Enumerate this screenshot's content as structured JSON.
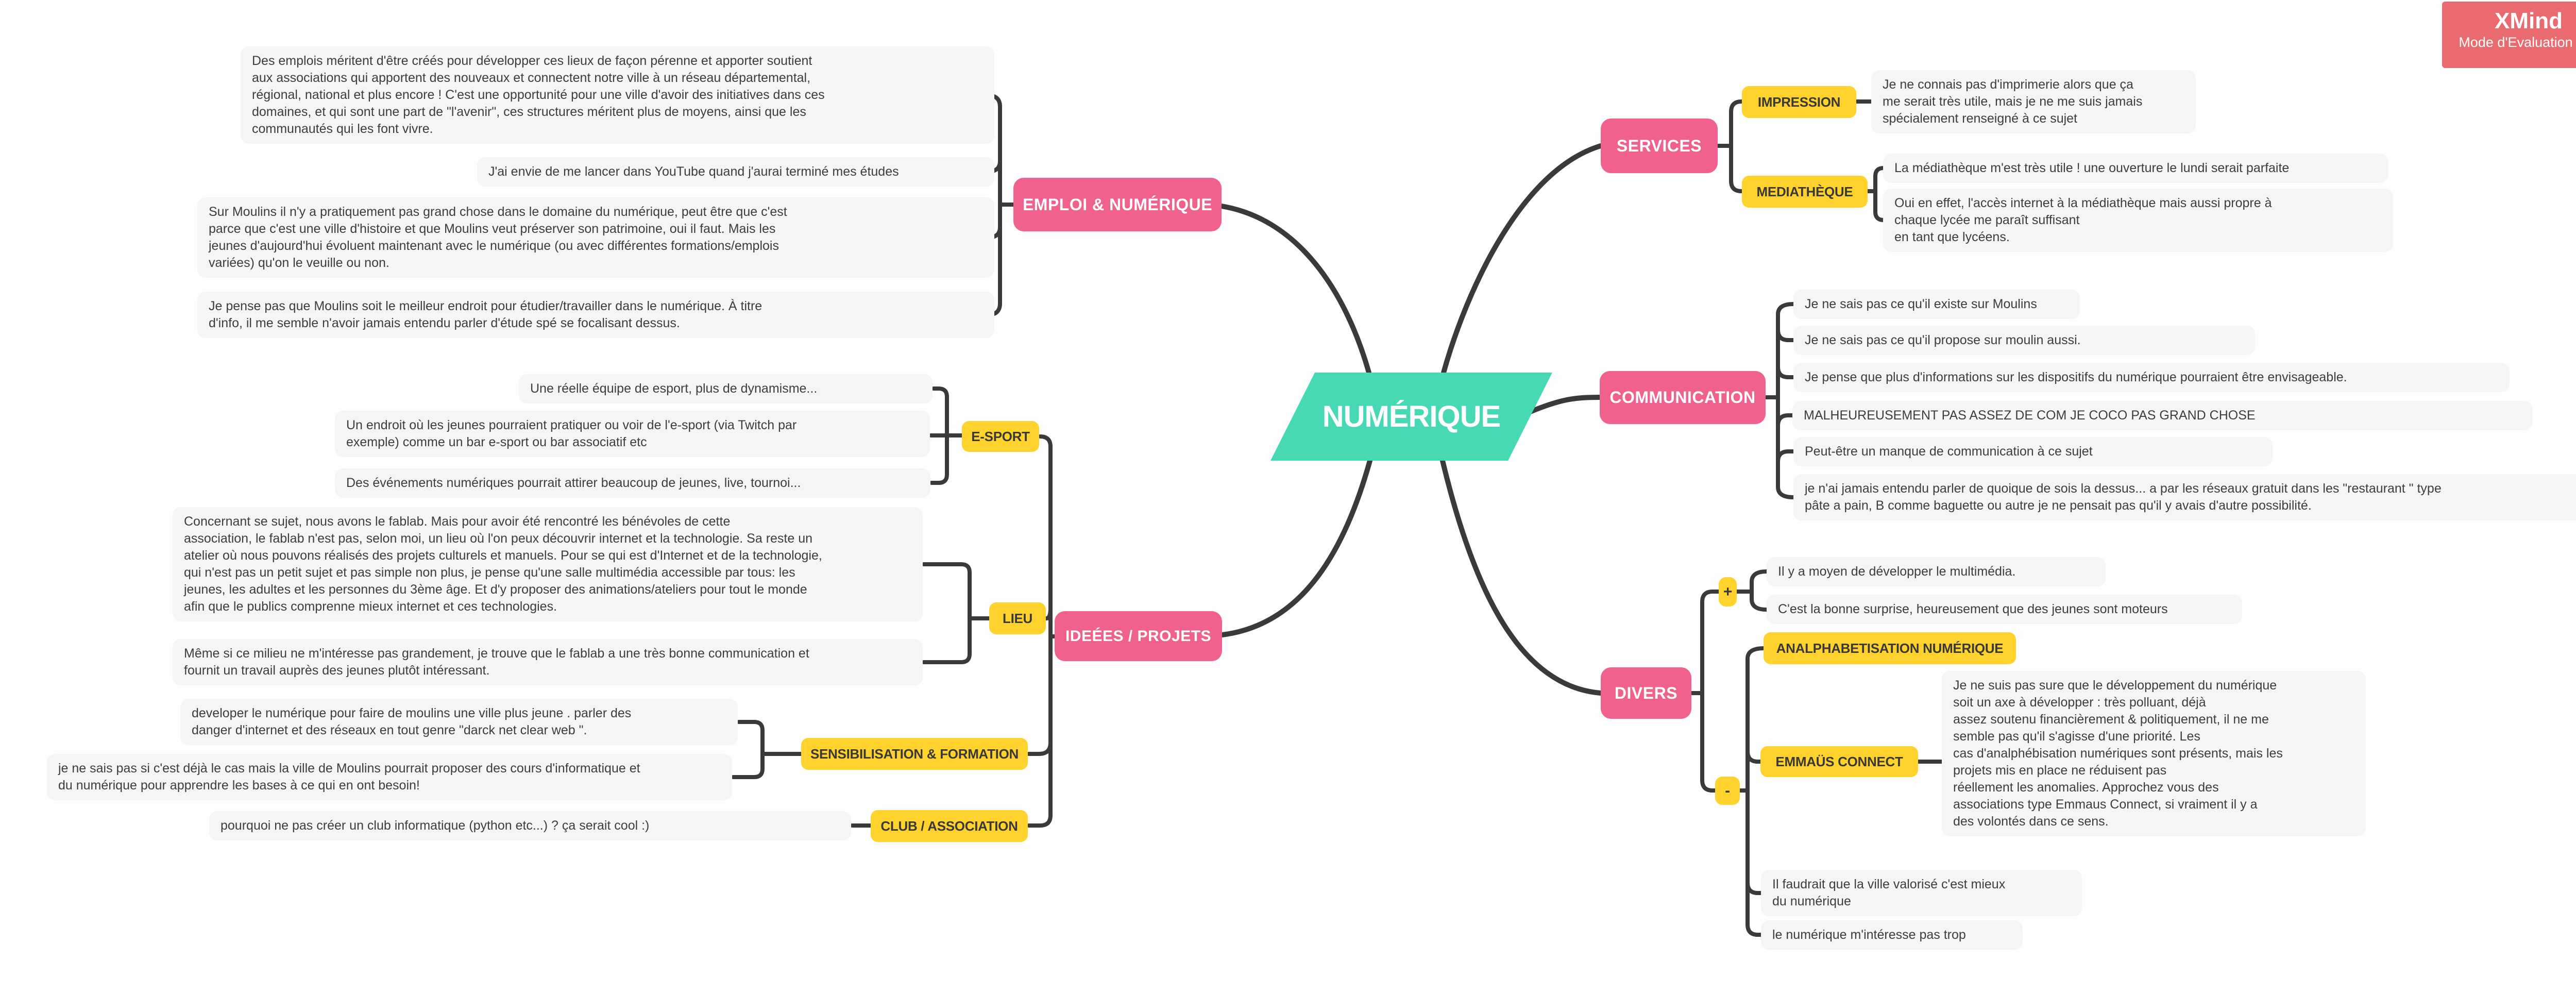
{
  "badge": {
    "brand": "XMind",
    "mode": "Mode d'Evaluation"
  },
  "palette": {
    "root_teal": "#46d9b3",
    "topic_pink": "#f0618e",
    "subtopic_yellow": "#ffd22e",
    "note_gray": "#f5f5f5",
    "connector": "#3a3a3c",
    "badge_red": "#ea6b6f"
  },
  "root": {
    "label": "NUMÉRIQUE"
  },
  "branches": [
    {
      "label": "EMPLOI & NUMÉRIQUE",
      "notes": [
        "Des emplois méritent d'être créés pour développer ces lieux de façon pérenne et apporter soutient\naux associations qui apportent des nouveaux et connectent notre ville à un réseau départemental,\nrégional, national et plus encore ! C'est une opportunité pour une ville d'avoir des initiatives dans ces\ndomaines, et qui sont une part de \"l'avenir\", ces structures méritent plus de moyens, ainsi que les\ncommunautés qui les font vivre.",
        "J'ai envie de me lancer dans YouTube quand j'aurai terminé mes études",
        "Sur Moulins il n'y a pratiquement pas grand chose dans le domaine du numérique, peut être que c'est\nparce que c'est une ville d'histoire et que Moulins veut préserver son patrimoine, oui il faut. Mais les\njeunes d'aujourd'hui évoluent maintenant avec le numérique (ou avec différentes formations/emplois\nvariées) qu'on le veuille ou non.",
        "Je pense pas que Moulins soit le meilleur endroit pour étudier/travailler dans le numérique. À titre\nd'info, il me semble n'avoir jamais entendu parler d'étude spé se focalisant dessus."
      ]
    },
    {
      "label": "IDEÉES / PROJETS",
      "subtopics": [
        {
          "label": "E-SPORT",
          "notes": [
            "Une réelle équipe de esport, plus de dynamisme...",
            "Un endroit où les jeunes pourraient pratiquer ou voir de l'e-sport (via Twitch par\nexemple) comme un bar e-sport ou bar associatif etc",
            "Des événements numériques pourrait attirer beaucoup de jeunes, live, tournoi..."
          ]
        },
        {
          "label": "LIEU",
          "notes": [
            "Concernant se sujet, nous avons le fablab. Mais pour avoir été rencontré les bénévoles de cette\nassociation, le fablab n'est pas, selon moi, un lieu où l'on peux découvrir internet et la technologie. Sa reste un\natelier où nous pouvons réalisés des projets culturels et manuels. Pour se qui est d'Internet et de la technologie,\nqui n'est pas un petit sujet et pas simple non plus, je pense qu'une salle multimédia accessible par tous: les\njeunes, les adultes et les personnes du 3ème âge. Et d'y proposer des animations/ateliers pour tout le monde\nafin que le publics comprenne mieux internet et ces technologies.",
            "Même si ce milieu ne m'intéresse pas grandement, je trouve que le fablab a une très bonne communication et\nfournit un travail auprès des jeunes plutôt intéressant."
          ]
        },
        {
          "label": "SENSIBILISATION & FORMATION",
          "notes": [
            "developer le numérique pour faire de moulins une ville plus jeune . parler des\ndanger d'internet et des réseaux en tout genre \"darck net clear web \".",
            "je ne sais pas si c'est déjà le cas mais la ville de Moulins pourrait proposer des cours d'informatique et\ndu numérique pour apprendre les bases à ce qui en ont besoin!"
          ]
        },
        {
          "label": "CLUB / ASSOCIATION",
          "notes": [
            "pourquoi ne pas créer un club informatique (python etc...) ? ça serait cool :)"
          ]
        }
      ]
    },
    {
      "label": "SERVICES",
      "subtopics": [
        {
          "label": "IMPRESSION",
          "notes": [
            "Je ne connais pas d'imprimerie alors que ça\nme serait très utile, mais je ne me suis jamais\nspécialement renseigné à ce sujet"
          ]
        },
        {
          "label": "MEDIATHÈQUE",
          "notes": [
            "La médiathèque m'est très utile ! une ouverture le lundi serait parfaite",
            "Oui en effet, l'accès internet à la médiathèque mais aussi propre à\nchaque lycée me paraît suffisant\nen tant que lycéens."
          ]
        }
      ]
    },
    {
      "label": "COMMUNICATION",
      "notes": [
        "Je ne sais pas ce qu'il existe sur Moulins",
        "Je ne sais pas ce qu'il propose sur moulin aussi.",
        "Je pense que plus d'informations sur les dispositifs du numérique pourraient être envisageable.",
        "MALHEUREUSEMENT PAS ASSEZ DE COM JE COCO PAS GRAND CHOSE",
        "Peut-être un manque de communication à ce sujet",
        "je n'ai jamais entendu parler de quoique de sois la dessus... a par les réseaux gratuit dans les \"restaurant \" type\npâte a pain, B comme baguette ou autre je ne pensait pas qu'il y avais d'autre possibilité."
      ]
    },
    {
      "label": "DIVERS",
      "subtopics": [
        {
          "label": "+",
          "notes": [
            "Il y a moyen de développer le multimédia.",
            "C'est la bonne surprise, heureusement que des jeunes sont moteurs"
          ]
        },
        {
          "label": "-",
          "subtopics": [
            {
              "label": "ANALPHABETISATION NUMÉRIQUE"
            },
            {
              "label": "EMMAÜS CONNECT",
              "notes": [
                "Je ne suis pas sure que le développement du numérique\nsoit un axe à développer : très polluant, déjà\nassez soutenu financièrement & politiquement, il ne me\nsemble pas qu'il s'agisse d'une priorité. Les\ncas d'analphébisation numériques sont présents, mais les\nprojets mis en place ne réduisent pas\nréellement les anomalies. Approchez vous des\nassociations type Emmaus Connect, si vraiment il y a\ndes volontés dans ce sens."
              ]
            }
          ],
          "notes": [
            "Il faudrait que la ville valorisé c'est mieux\ndu numérique",
            "le numérique m'intéresse pas trop"
          ]
        }
      ]
    }
  ]
}
